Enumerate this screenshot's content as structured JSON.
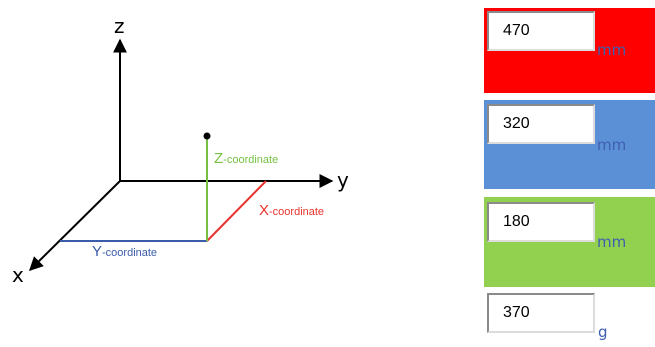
{
  "diagram": {
    "axis_labels": {
      "x": "x",
      "y": "y",
      "z": "z"
    },
    "coordinate_labels": {
      "x": {
        "letter": "X",
        "rest": "-coordinate"
      },
      "y": {
        "letter": "Y",
        "rest": "-coordinate"
      },
      "z": {
        "letter": "Z",
        "rest": "-coordinate"
      }
    },
    "colors": {
      "axes": "#000000",
      "x_coordinate": "#e8322e",
      "y_coordinate": "#3b5bab",
      "z_coordinate": "#77c043"
    }
  },
  "fields": [
    {
      "value": "470",
      "unit": "mm",
      "background": "#ff0000"
    },
    {
      "value": "320",
      "unit": "mm",
      "background": "#5b8fd6"
    },
    {
      "value": "180",
      "unit": "mm",
      "background": "#92d050"
    },
    {
      "value": "370",
      "unit": "g",
      "background": "transparent"
    }
  ]
}
